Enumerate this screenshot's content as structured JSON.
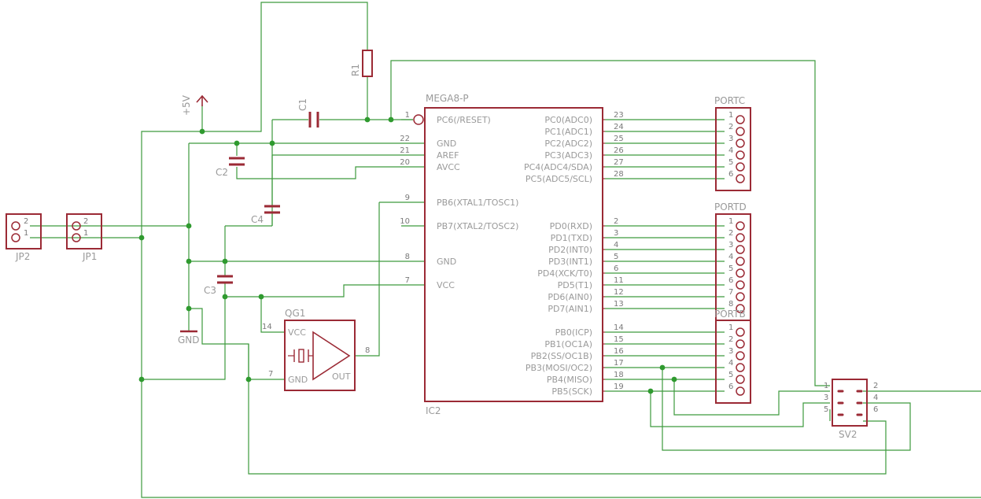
{
  "colors": {
    "wire": "#3d9a3d",
    "part": "#9b2a35",
    "label": "#9a9a9a",
    "pin_number": "#7a7a7a",
    "junction": "#2f9a2f",
    "background": "#ffffff"
  },
  "ic2": {
    "value": "MEGA8-P",
    "name": "IC2",
    "left_pins": [
      {
        "num": "1",
        "label": "PC6(/RESET)"
      },
      {
        "num": "22",
        "label": "GND"
      },
      {
        "num": "21",
        "label": "AREF"
      },
      {
        "num": "20",
        "label": "AVCC"
      },
      {
        "num": "9",
        "label": "PB6(XTAL1/TOSC1)"
      },
      {
        "num": "10",
        "label": "PB7(XTAL2/TOSC2)"
      },
      {
        "num": "8",
        "label": "GND"
      },
      {
        "num": "7",
        "label": "VCC"
      }
    ],
    "right_pins": [
      {
        "num": "23",
        "label": "PC0(ADC0)"
      },
      {
        "num": "24",
        "label": "PC1(ADC1)"
      },
      {
        "num": "25",
        "label": "PC2(ADC2)"
      },
      {
        "num": "26",
        "label": "PC3(ADC3)"
      },
      {
        "num": "27",
        "label": "PC4(ADC4/SDA)"
      },
      {
        "num": "28",
        "label": "PC5(ADC5/SCL)"
      },
      {
        "num": "2",
        "label": "PD0(RXD)"
      },
      {
        "num": "3",
        "label": "PD1(TXD)"
      },
      {
        "num": "4",
        "label": "PD2(INT0)"
      },
      {
        "num": "5",
        "label": "PD3(INT1)"
      },
      {
        "num": "6",
        "label": "PD4(XCK/T0)"
      },
      {
        "num": "11",
        "label": "PD5(T1)"
      },
      {
        "num": "12",
        "label": "PD6(AIN0)"
      },
      {
        "num": "13",
        "label": "PD7(AIN1)"
      },
      {
        "num": "14",
        "label": "PB0(ICP)"
      },
      {
        "num": "15",
        "label": "PB1(OC1A)"
      },
      {
        "num": "16",
        "label": "PB2(SS/OC1B)"
      },
      {
        "num": "17",
        "label": "PB3(MOSI/OC2)"
      },
      {
        "num": "18",
        "label": "PB4(MISO)"
      },
      {
        "num": "19",
        "label": "PB5(SCK)"
      }
    ]
  },
  "headers": {
    "portc": {
      "name": "PORTC",
      "pins": [
        "1",
        "2",
        "3",
        "4",
        "5",
        "6"
      ]
    },
    "portd": {
      "name": "PORTD",
      "pins": [
        "1",
        "2",
        "3",
        "4",
        "5",
        "6",
        "7",
        "8"
      ]
    },
    "portb": {
      "name": "PORTB",
      "pins": [
        "1",
        "2",
        "3",
        "4",
        "5",
        "6"
      ]
    }
  },
  "qg1": {
    "name": "QG1",
    "vcc": "VCC",
    "gnd": "GND",
    "out": "OUT",
    "pin_vcc": "14",
    "pin_gnd": "7",
    "pin_out": "8"
  },
  "sv2": {
    "name": "SV2",
    "left_pins": [
      "1",
      "3",
      "5"
    ],
    "right_pins": [
      "2",
      "4",
      "6"
    ]
  },
  "jp1": {
    "name": "JP1",
    "pins": [
      "2",
      "1"
    ]
  },
  "jp2": {
    "name": "JP2",
    "pins": [
      "2",
      "1"
    ]
  },
  "passives": {
    "r1": "R1",
    "c1": "C1",
    "c2": "C2",
    "c3": "C3",
    "c4": "C4"
  },
  "supply": {
    "vcc": "+5V",
    "gnd": "GND"
  }
}
